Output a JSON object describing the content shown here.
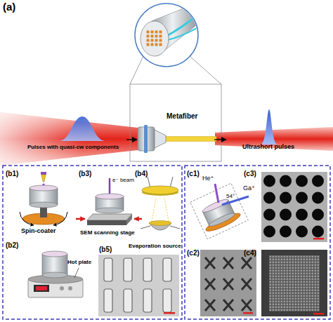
{
  "diagram": {
    "nodes": [
      {
        "text": [
          "Pulses with quasi-cw components"
        ]
      },
      {
        "text": [
          "Metafiber"
        ]
      },
      {
        "text": [
          "Ultrashort pulses"
        ]
      }
    ],
    "edges": [
      {
        "from": 0,
        "to": 1,
        "arrow": "to"
      },
      {
        "from": 1,
        "to": 2,
        "arrow": "to"
      }
    ],
    "labels": [
      "(a)",
      "(b1)",
      "Spin-coater",
      "(b2)",
      "Hot plate",
      "(b3)",
      "e⁻ beam",
      "SEM scanning stage",
      "(b4)",
      "Evaporation source",
      "(b5)",
      "(c1)",
      "He⁺",
      "54°",
      "Ga⁺",
      "(c3)",
      "(c2)",
      "(c4)"
    ]
  }
}
